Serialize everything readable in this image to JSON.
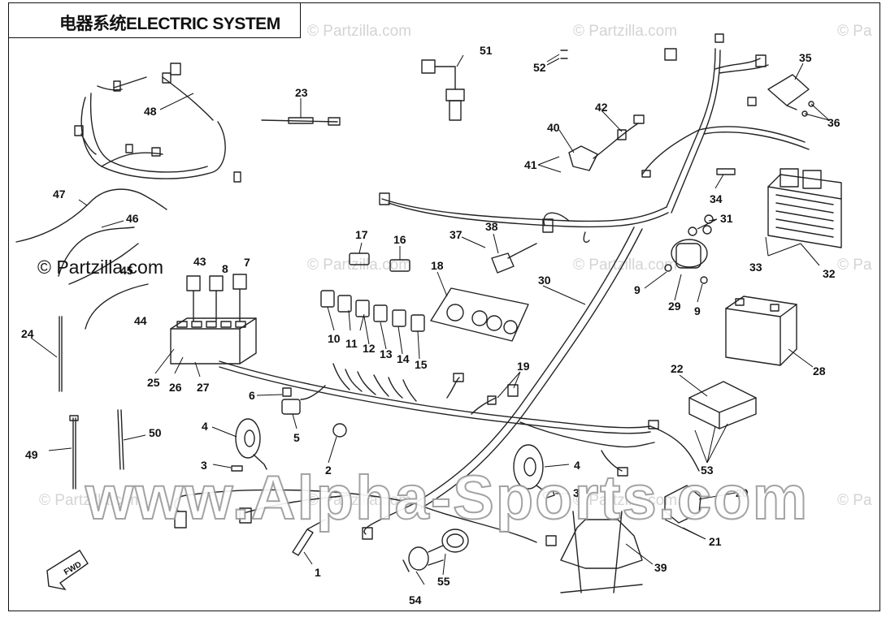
{
  "title": "电器系统ELECTRIC SYSTEM",
  "watermarks": {
    "partzilla": "© Partzilla.com",
    "partzilla_short": "© Pa",
    "alpha": "www.Alpha-Sports.com"
  },
  "fwd_label": "FWD",
  "callouts": [
    "1",
    "2",
    "3",
    "3",
    "4",
    "4",
    "5",
    "6",
    "7",
    "8",
    "9",
    "9",
    "10",
    "11",
    "12",
    "13",
    "14",
    "15",
    "16",
    "17",
    "18",
    "19",
    "20",
    "21",
    "22",
    "23",
    "24",
    "25",
    "26",
    "27",
    "28",
    "29",
    "30",
    "31",
    "32",
    "33",
    "34",
    "35",
    "36",
    "37",
    "38",
    "39",
    "40",
    "41",
    "42",
    "43",
    "44",
    "45",
    "46",
    "47",
    "48",
    "49",
    "50",
    "51",
    "52",
    "53",
    "54",
    "55"
  ]
}
